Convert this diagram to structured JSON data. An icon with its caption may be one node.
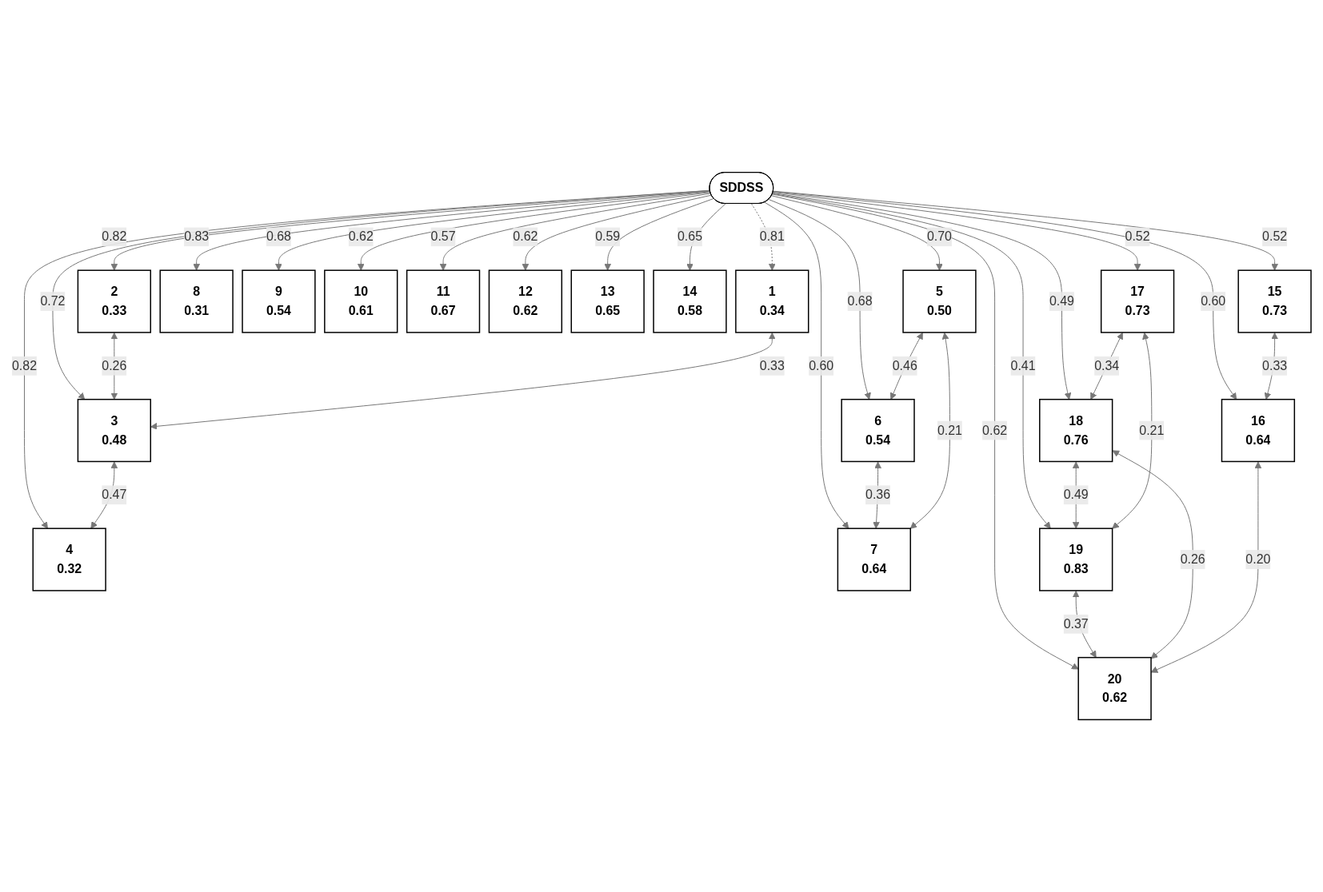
{
  "diagram": {
    "nodes": [
      {
        "text": [
          "SDDSS"
        ]
      },
      {
        "text": [
          "1",
          "0.34"
        ]
      },
      {
        "text": [
          "2",
          "0.33"
        ]
      },
      {
        "text": [
          "3",
          "0.48"
        ]
      },
      {
        "text": [
          "4",
          "0.32"
        ]
      },
      {
        "text": [
          "5",
          "0.50"
        ]
      },
      {
        "text": [
          "6",
          "0.54"
        ]
      },
      {
        "text": [
          "7",
          "0.64"
        ]
      },
      {
        "text": [
          "8",
          "0.31"
        ]
      },
      {
        "text": [
          "9",
          "0.54"
        ]
      },
      {
        "text": [
          "10",
          "0.61"
        ]
      },
      {
        "text": [
          "11",
          "0.67"
        ]
      },
      {
        "text": [
          "12",
          "0.62"
        ]
      },
      {
        "text": [
          "13",
          "0.65"
        ]
      },
      {
        "text": [
          "14",
          "0.58"
        ]
      },
      {
        "text": [
          "15",
          "0.73"
        ]
      },
      {
        "text": [
          "16",
          "0.64"
        ]
      },
      {
        "text": [
          "17",
          "0.73"
        ]
      },
      {
        "text": [
          "18",
          "0.76"
        ]
      },
      {
        "text": [
          "19",
          "0.83"
        ]
      },
      {
        "text": [
          "20",
          "0.62"
        ]
      }
    ],
    "edges": [
      {
        "from": 0,
        "to": 1,
        "arrow": "to",
        "label": "0.81",
        "style": "dashed"
      },
      {
        "from": 0,
        "to": 2,
        "arrow": "to",
        "label": "0.82"
      },
      {
        "from": 0,
        "to": 3,
        "arrow": "to",
        "label": "0.72"
      },
      {
        "from": 0,
        "to": 4,
        "arrow": "to",
        "label": "0.82"
      },
      {
        "from": 0,
        "to": 5,
        "arrow": "to",
        "label": "0.70"
      },
      {
        "from": 0,
        "to": 6,
        "arrow": "to",
        "label": "0.68"
      },
      {
        "from": 0,
        "to": 7,
        "arrow": "to",
        "label": "0.60"
      },
      {
        "from": 0,
        "to": 8,
        "arrow": "to",
        "label": "0.83"
      },
      {
        "from": 0,
        "to": 9,
        "arrow": "to",
        "label": "0.68"
      },
      {
        "from": 0,
        "to": 10,
        "arrow": "to",
        "label": "0.62"
      },
      {
        "from": 0,
        "to": 11,
        "arrow": "to",
        "label": "0.57"
      },
      {
        "from": 0,
        "to": 12,
        "arrow": "to",
        "label": "0.62"
      },
      {
        "from": 0,
        "to": 13,
        "arrow": "to",
        "label": "0.59"
      },
      {
        "from": 0,
        "to": 14,
        "arrow": "to",
        "label": "0.65"
      },
      {
        "from": 0,
        "to": 15,
        "arrow": "to",
        "label": "0.52"
      },
      {
        "from": 0,
        "to": 16,
        "arrow": "to",
        "label": "0.60"
      },
      {
        "from": 0,
        "to": 17,
        "arrow": "to",
        "label": "0.52"
      },
      {
        "from": 0,
        "to": 18,
        "arrow": "to",
        "label": "0.49"
      },
      {
        "from": 0,
        "to": 19,
        "arrow": "to",
        "label": "0.41"
      },
      {
        "from": 0,
        "to": 20,
        "arrow": "to",
        "label": "0.62"
      },
      {
        "from": 2,
        "to": 3,
        "arrow": "both",
        "label": "0.26"
      },
      {
        "from": 1,
        "to": 3,
        "arrow": "both",
        "label": "0.33"
      },
      {
        "from": 3,
        "to": 4,
        "arrow": "both",
        "label": "0.47"
      },
      {
        "from": 5,
        "to": 6,
        "arrow": "both",
        "label": "0.46"
      },
      {
        "from": 6,
        "to": 7,
        "arrow": "both",
        "label": "0.36"
      },
      {
        "from": 5,
        "to": 7,
        "arrow": "both",
        "label": "0.21"
      },
      {
        "from": 15,
        "to": 16,
        "arrow": "both",
        "label": "0.33"
      },
      {
        "from": 17,
        "to": 18,
        "arrow": "both",
        "label": "0.34"
      },
      {
        "from": 18,
        "to": 19,
        "arrow": "both",
        "label": "0.49"
      },
      {
        "from": 17,
        "to": 19,
        "arrow": "both",
        "label": "0.21"
      },
      {
        "from": 19,
        "to": 20,
        "arrow": "both",
        "label": "0.37"
      },
      {
        "from": 18,
        "to": 20,
        "arrow": "both",
        "label": "0.26"
      },
      {
        "from": 16,
        "to": 20,
        "arrow": "both",
        "label": "0.20"
      }
    ]
  }
}
